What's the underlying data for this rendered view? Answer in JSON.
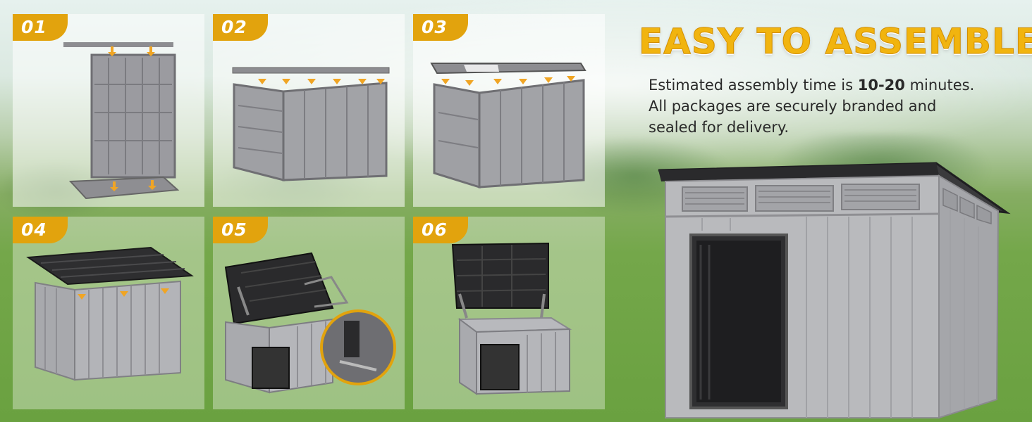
{
  "headline": "EASY TO ASSEMBLE",
  "description": {
    "line1_prefix": "Estimated assembly time is ",
    "line1_bold": "10-20",
    "line1_suffix": " minutes.",
    "line2": "All packages are securely branded and",
    "line3": "sealed for delivery."
  },
  "steps": [
    {
      "label": "01"
    },
    {
      "label": "02"
    },
    {
      "label": "03"
    },
    {
      "label": "04"
    },
    {
      "label": "05"
    },
    {
      "label": "06"
    }
  ],
  "colors": {
    "accent": "#e2a30d",
    "headline": "#f1b40f",
    "panel_gray": "#9a9a9e",
    "lid_black": "#2b2b2b"
  }
}
